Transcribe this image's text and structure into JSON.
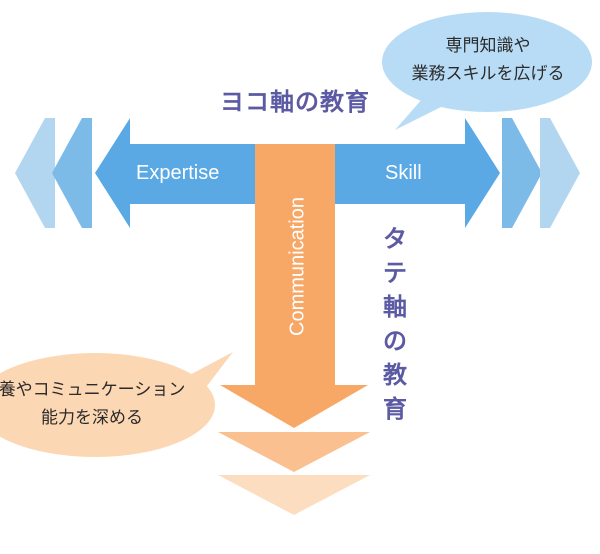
{
  "horizontal": {
    "title": "ヨコ軸の教育",
    "left_label": "Expertise",
    "right_label": "Skill",
    "bubble_lines": [
      "専門知識や",
      "業務スキルを広げる"
    ]
  },
  "vertical": {
    "title": "タテ軸の教育",
    "label": "Communication",
    "bubble_lines": [
      "養やコミュニケーション",
      "能力を深める"
    ]
  },
  "colors": {
    "main_blue": "#5aa8e4",
    "mid_blue": "#7cbbe8",
    "light_blue": "#b3d6f0",
    "main_orange": "#f8a866",
    "mid_orange": "#fbc08f",
    "light_orange": "#fdddc0",
    "bubble_blue": "#b8dcf6",
    "bubble_orange": "#fcd7b3",
    "title_purple": "#5b5aa3"
  }
}
